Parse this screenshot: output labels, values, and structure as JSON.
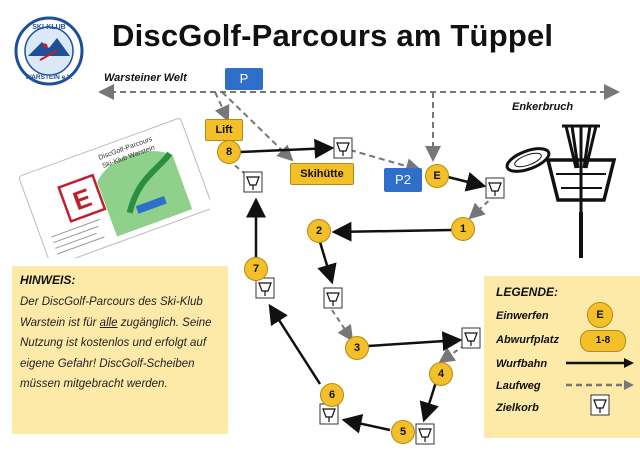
{
  "title": "DiscGolf-Parcours am Tüppel",
  "logo": {
    "top_text": "SKI-KLUB",
    "bottom_text": "WARSTEIN e.V."
  },
  "labels": {
    "warsteiner_welt": "Warsteiner Welt",
    "enkerbruch": "Enkerbruch",
    "lift": "Lift",
    "skihuette": "Skihütte",
    "parking_1": "P",
    "parking_2": "P2"
  },
  "card": {
    "title_line1": "DiscGolf-Parcours",
    "title_line2": "Ski-Klub Warstein",
    "sign_letter": "E"
  },
  "stations": [
    {
      "id": "8",
      "label": "8"
    },
    {
      "id": "E",
      "label": "E"
    },
    {
      "id": "1",
      "label": "1"
    },
    {
      "id": "2",
      "label": "2"
    },
    {
      "id": "3",
      "label": "3"
    },
    {
      "id": "4",
      "label": "4"
    },
    {
      "id": "5",
      "label": "5"
    },
    {
      "id": "6",
      "label": "6"
    },
    {
      "id": "7",
      "label": "7"
    }
  ],
  "hinweis": {
    "heading": "HINWEIS:",
    "text_before_underline": "Der DiscGolf-Parcours des Ski-Klub Warstein ist für ",
    "underlined": "alle",
    "text_after_underline": " zugänglich. Seine Nutzung ist kostenlos und erfolgt auf eigene Gefahr! DiscGolf-Scheiben müssen mitgebracht werden."
  },
  "legend": {
    "heading": "LEGENDE:",
    "items": [
      {
        "label": "Einwerfen",
        "symbol": "E"
      },
      {
        "label": "Abwurfplatz",
        "symbol": "1-8"
      },
      {
        "label": "Wurfbahn",
        "symbol": ""
      },
      {
        "label": "Laufweg",
        "symbol": ""
      },
      {
        "label": "Zielkorb",
        "symbol": ""
      }
    ]
  },
  "colors": {
    "yellow": "#f4c02a",
    "panel": "#fde9a8",
    "blue": "#2f6fc9",
    "dark": "#111111",
    "dash": "#7a7a7a"
  }
}
